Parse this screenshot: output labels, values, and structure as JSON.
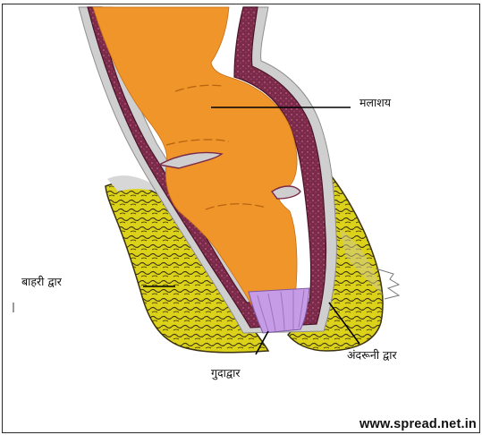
{
  "labels": {
    "rectum": "मलाशय",
    "external_sphincter": "बाहरी द्वार",
    "anal_canal": "गुदाद्वार",
    "internal_sphincter": "अंदरूनी द्वार"
  },
  "watermark": "www.spread.net.in",
  "colors": {
    "lumen": "#f0952a",
    "wall": "#7b2b4a",
    "mucosa": "#c9c9c9",
    "fat": "#ddd21a",
    "canal": "#c79ce6"
  }
}
